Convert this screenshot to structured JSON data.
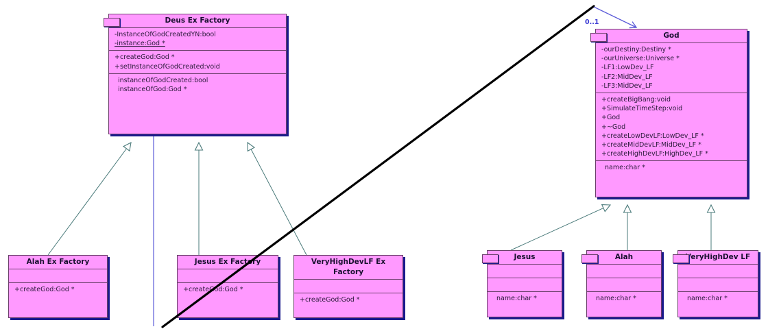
{
  "diagram": {
    "type": "uml-class-diagram",
    "background": "#ffffff",
    "class_fill": "#FF99FF",
    "class_border": "#6b3f6b",
    "shadow_color": "#1a1a8c",
    "inheritance_color": "#4a7a7a",
    "association_color": "#3b3bd4",
    "freehand_color": "#000000"
  },
  "classes": {
    "deus_ex_factory": {
      "name": "Deus Ex Factory",
      "attributes": [
        "-InstanceOfGodCreatedYN:bool",
        "-instance:God *"
      ],
      "operations": [
        "+createGod:God *",
        "+setInstanceOfGodCreated:void"
      ],
      "extras": [
        "instanceOfGodCreated:bool",
        "instanceOfGod:God *"
      ]
    },
    "god": {
      "name": "God",
      "attributes": [
        "-ourDestiny:Destiny *",
        "-ourUniverse:Universe *",
        "-LF1:LowDev_LF",
        "-LF2:MidDev_LF",
        "-LF3:MidDev_LF"
      ],
      "operations": [
        "+createBigBang:void",
        "+SimulateTimeStep:void",
        "+God",
        "+~God",
        "+createLowDevLF:LowDev_LF *",
        "+createMidDevLF:MidDev_LF *",
        "+createHighDevLF:HighDev_LF *"
      ],
      "extras": [
        "name:char *"
      ]
    },
    "alah_ex_factory": {
      "name": "Alah Ex Factory",
      "attributes": [],
      "operations": [
        "+createGod:God *"
      ]
    },
    "jesus_ex_factory": {
      "name": "Jesus Ex Factory",
      "attributes": [],
      "operations": [
        "+createGod:God *"
      ]
    },
    "veryhighdevlf_ex_factory": {
      "name": "VeryHighDevLF Ex Factory",
      "attributes": [],
      "operations": [
        "+createGod:God *"
      ]
    },
    "jesus": {
      "name": "Jesus",
      "attributes": [],
      "operations": [],
      "extras": [
        "name:char *"
      ]
    },
    "alah": {
      "name": "Alah",
      "attributes": [],
      "operations": [],
      "extras": [
        "name:char *"
      ]
    },
    "veryhighdev_lf": {
      "name": "VeryHighDev LF",
      "attributes": [],
      "operations": [],
      "extras": [
        "name:char *"
      ]
    }
  },
  "relationships": {
    "association_multiplicity": "0..1",
    "inheritance_edges": [
      {
        "from": "alah_ex_factory",
        "to": "deus_ex_factory"
      },
      {
        "from": "jesus_ex_factory",
        "to": "deus_ex_factory"
      },
      {
        "from": "veryhighdevlf_ex_factory",
        "to": "deus_ex_factory"
      },
      {
        "from": "jesus",
        "to": "god"
      },
      {
        "from": "alah",
        "to": "god"
      },
      {
        "from": "veryhighdev_lf",
        "to": "god"
      }
    ]
  }
}
